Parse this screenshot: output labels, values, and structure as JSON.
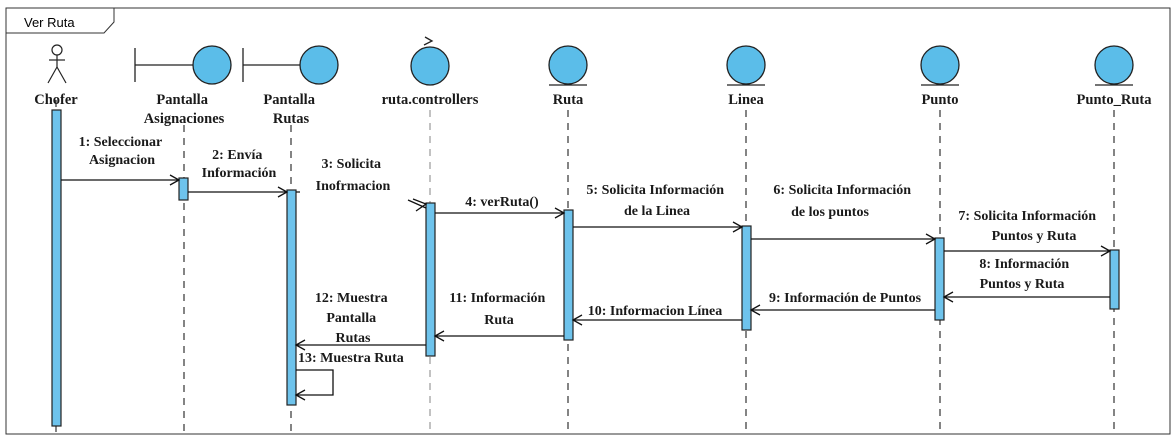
{
  "frame": {
    "title": "Ver Ruta"
  },
  "lifelines": [
    {
      "id": "chofer",
      "kind": "actor",
      "label": "Chofer"
    },
    {
      "id": "pantalla-asignaciones",
      "kind": "boundary",
      "label": [
        "Pantalla",
        "Asignaciones"
      ]
    },
    {
      "id": "pantalla-rutas",
      "kind": "boundary",
      "label": [
        "Pantalla",
        "Rutas"
      ]
    },
    {
      "id": "ruta-controllers",
      "kind": "control",
      "label": "ruta.controllers"
    },
    {
      "id": "ruta",
      "kind": "entity",
      "label": "Ruta"
    },
    {
      "id": "linea",
      "kind": "entity",
      "label": "Linea"
    },
    {
      "id": "punto",
      "kind": "entity",
      "label": "Punto"
    },
    {
      "id": "punto-ruta",
      "kind": "entity",
      "label": "Punto_Ruta"
    }
  ],
  "messages": [
    {
      "num": "1",
      "label": [
        "1: Seleccionar",
        "Asignacion"
      ],
      "from": "chofer",
      "to": "pantalla-asignaciones",
      "type": "sync"
    },
    {
      "num": "2",
      "label": [
        "2: Envía",
        "Información"
      ],
      "from": "pantalla-asignaciones",
      "to": "pantalla-rutas",
      "type": "sync"
    },
    {
      "num": "3",
      "label": [
        "3: Solicita",
        "Inofrmacion"
      ],
      "from": "pantalla-rutas",
      "to": "ruta-controllers",
      "type": "sync"
    },
    {
      "num": "4",
      "label": [
        "4: verRuta()"
      ],
      "from": "ruta-controllers",
      "to": "ruta",
      "type": "sync"
    },
    {
      "num": "5",
      "label": [
        "5: Solicita Información",
        "de la Linea"
      ],
      "from": "ruta",
      "to": "linea",
      "type": "sync"
    },
    {
      "num": "6",
      "label": [
        "6: Solicita Información",
        "de los puntos"
      ],
      "from": "linea",
      "to": "punto",
      "type": "sync"
    },
    {
      "num": "7",
      "label": [
        "7: Solicita Información",
        "Puntos y Ruta"
      ],
      "from": "punto",
      "to": "punto-ruta",
      "type": "sync"
    },
    {
      "num": "8",
      "label": [
        "8: Información",
        "Puntos y Ruta"
      ],
      "from": "punto-ruta",
      "to": "punto",
      "type": "reply"
    },
    {
      "num": "9",
      "label": [
        "9: Información de Puntos"
      ],
      "from": "punto",
      "to": "linea",
      "type": "reply"
    },
    {
      "num": "10",
      "label": [
        "10: Informacion Línea"
      ],
      "from": "linea",
      "to": "ruta",
      "type": "reply"
    },
    {
      "num": "11",
      "label": [
        "11: Información",
        "Ruta"
      ],
      "from": "ruta",
      "to": "ruta-controllers",
      "type": "reply"
    },
    {
      "num": "12",
      "label": [
        "12: Muestra",
        "Pantalla",
        "Rutas"
      ],
      "from": "ruta-controllers",
      "to": "pantalla-rutas",
      "type": "reply"
    },
    {
      "num": "13",
      "label": [
        "13: Muestra Ruta"
      ],
      "from": "pantalla-rutas",
      "to": "pantalla-rutas",
      "type": "self"
    }
  ],
  "colors": {
    "element_fill": "#5bbde9",
    "activation_fill": "#6ec3ec",
    "line": "#111111"
  }
}
